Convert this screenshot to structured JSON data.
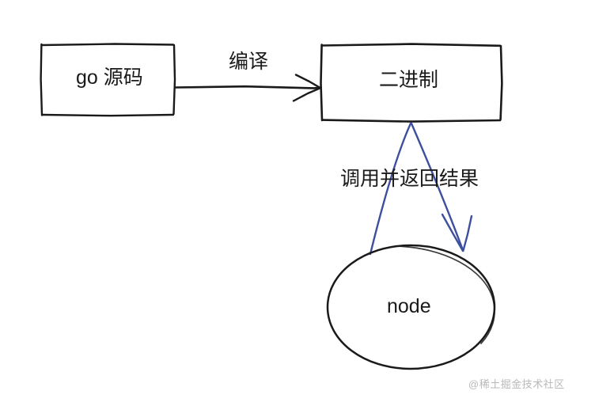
{
  "diagram": {
    "title": "go compile to binary invoked by node",
    "colors": {
      "stroke": "#1a1a1a",
      "accent_blue": "#3e4f9e",
      "background": "#ffffff",
      "watermark": "#b9b9b9"
    },
    "nodes": [
      {
        "id": "go-source",
        "shape": "rectangle",
        "label": "go 源码"
      },
      {
        "id": "binary",
        "shape": "rectangle",
        "label": "二进制"
      },
      {
        "id": "node-runtime",
        "shape": "ellipse",
        "label": "node"
      }
    ],
    "edges": [
      {
        "id": "compile-edge",
        "from": "go-source",
        "to": "binary",
        "label": "编译",
        "color": "#1a1a1a",
        "style": "straight-arrow"
      },
      {
        "id": "invoke-edge",
        "from": "node-runtime",
        "to": "node-runtime",
        "via": "binary",
        "label": "调用并返回结果",
        "color": "#3e4f9e",
        "style": "curved-arc-arrow"
      }
    ]
  },
  "watermark": {
    "text": "@稀土掘金技术社区"
  }
}
